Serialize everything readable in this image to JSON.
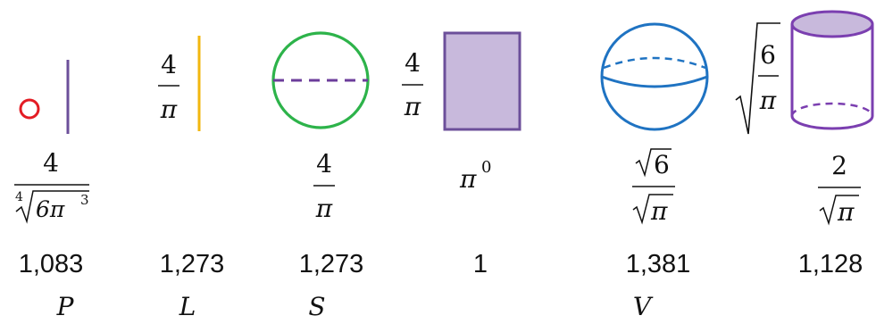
{
  "figure": {
    "columns": [
      {
        "id": "point",
        "top_label": "",
        "formula": {
          "num": "4",
          "den_index": "4",
          "den_radicand": "6π",
          "den_exp": "3"
        },
        "value": "1,083",
        "letter": "P",
        "colors": {
          "circle": "#e31c24",
          "line": "#6c4f9a"
        }
      },
      {
        "id": "line",
        "top_label": {
          "num": "4",
          "den": "π"
        },
        "formula": null,
        "value": "1,273",
        "letter": "L",
        "colors": {
          "line": "#f2b70f"
        }
      },
      {
        "id": "circle",
        "top_label": "",
        "formula": {
          "num": "4",
          "den": "π"
        },
        "value": "1,273",
        "letter": "S",
        "colors": {
          "circle": "#2db34a",
          "diameter": "#6c3d9b"
        }
      },
      {
        "id": "rectangle",
        "top_label": {
          "num": "4",
          "den": "π"
        },
        "formula": {
          "base": "π",
          "exp": "0"
        },
        "value": "1",
        "letter": "",
        "colors": {
          "fill": "#c8b9dc",
          "stroke": "#6c4f9a"
        }
      },
      {
        "id": "sphere",
        "top_label": "",
        "formula": {
          "num_radicand": "6",
          "den_radicand": "π"
        },
        "value": "1,381",
        "letter": "V",
        "colors": {
          "stroke": "#1f73c2"
        }
      },
      {
        "id": "cylinder",
        "top_label": {
          "radicand_num": "6",
          "radicand_den": "π"
        },
        "formula": {
          "num": "2",
          "den_radicand": "π"
        },
        "value": "1,128",
        "letter": "",
        "colors": {
          "fill": "#c8b9dc",
          "stroke": "#7b3fb0"
        }
      }
    ]
  }
}
